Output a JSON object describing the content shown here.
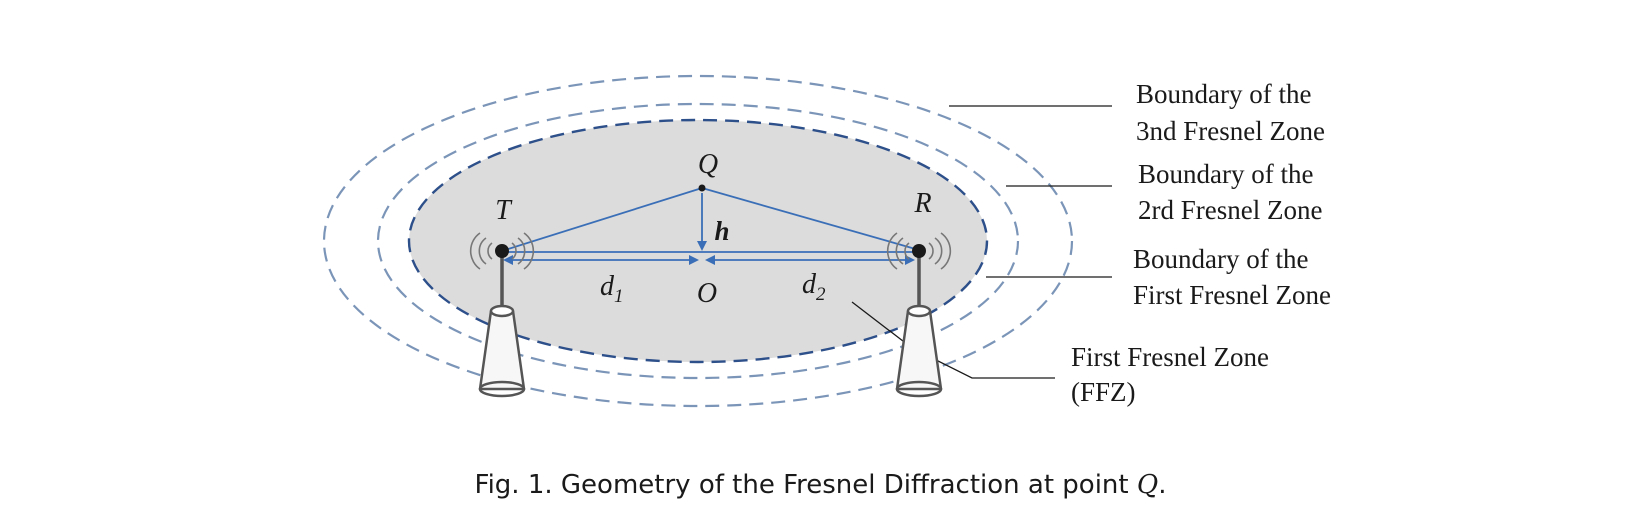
{
  "points": {
    "transmitter": "T",
    "receiver": "R",
    "point_q": "Q",
    "origin": "O",
    "height": "h",
    "distance1": {
      "base": "d",
      "sub": "1"
    },
    "distance2": {
      "base": "d",
      "sub": "2"
    }
  },
  "labels": {
    "zone3_line1": "Boundary of the",
    "zone3_line2": "3nd Fresnel Zone",
    "zone2_line1": "Boundary of the",
    "zone2_line2": "2rd Fresnel Zone",
    "zone1_line1": "Boundary of the",
    "zone1_line2": "First Fresnel Zone",
    "ffz_line1": "First Fresnel Zone",
    "ffz_line2": "(FFZ)"
  },
  "caption": {
    "text": "Fig. 1.  Geometry of the Fresnel Diffraction at point ",
    "math": "Q",
    "end": "."
  },
  "colors": {
    "outer_zone_stroke": "#7b95b8",
    "first_zone_stroke": "#2d4f8a",
    "ffz_fill": "#dcdcdc",
    "ray": "#3a6fb7",
    "antenna": "#555555"
  }
}
